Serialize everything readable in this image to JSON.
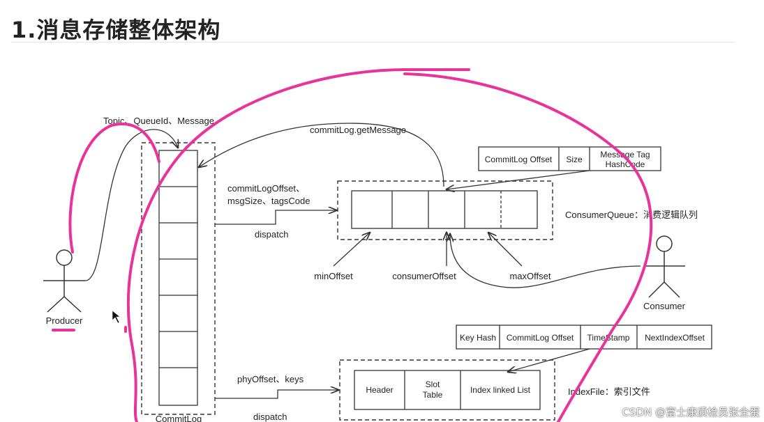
{
  "title": "1.消息存储整体架构",
  "producer": {
    "label": "Producer"
  },
  "consumer": {
    "label": "Consumer"
  },
  "commitlog": {
    "label": "CommitLog",
    "input_label": "Topic、QueueId、Message"
  },
  "arrows": {
    "get_message": "commitLog.getMessage",
    "dispatch_cq_line1": "commitLogOffset、",
    "dispatch_cq_line2": "msgSize、tagsCode",
    "dispatch_label": "dispatch",
    "dispatch_index": "phyOffset、keys",
    "dispatch_label2": "dispatch"
  },
  "cq_entry": {
    "fields": [
      "CommitLog Offset",
      "Size",
      "Message Tag",
      "HashCode"
    ]
  },
  "consumer_queue": {
    "label": "ConsumerQueue：消费逻辑队列",
    "pointers": [
      "minOffset",
      "consumerOffset",
      "maxOffset"
    ]
  },
  "index_entry": {
    "fields": [
      "Key Hash",
      "CommitLog Offset",
      "TimeStamp",
      "NextIndexOffset"
    ]
  },
  "index_file": {
    "label": "IndexFile：索引文件",
    "parts": [
      "Header",
      "Slot",
      "Table",
      "Index linked List"
    ]
  },
  "watermark": "CSDN @富士康质检员张全蛋",
  "colors": {
    "annotation": "#e8339a",
    "line": "#333333"
  }
}
